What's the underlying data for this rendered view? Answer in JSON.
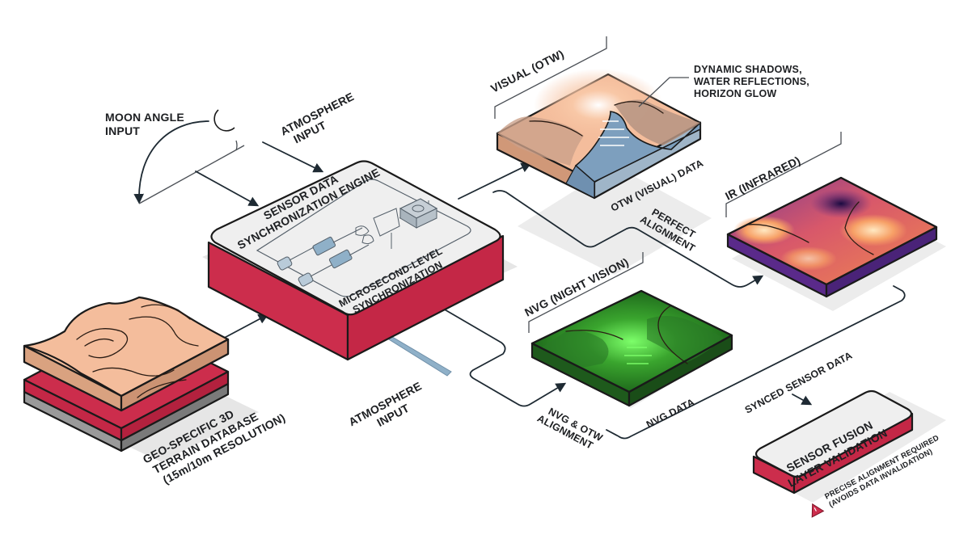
{
  "diagram": {
    "colors": {
      "engine_side": "#cc2d4c",
      "engine_top": "#efefef",
      "terrain_top": "#f4bd9c",
      "terrain_side": "#d9a280",
      "water": "#7d9fbe",
      "nvg_green": "#2f8a2a",
      "ir_purple": "#5a2a8a",
      "ir_orange": "#f08850",
      "wire": "#1e2a33",
      "atmosphere_arrow": "#8fb0c8"
    },
    "inputs": {
      "moon_angle": [
        "MOON ANGLE",
        "INPUT"
      ],
      "atmosphere_top": [
        "ATMOSPHERE",
        "INPUT"
      ],
      "atmosphere_bottom": [
        "ATMOSPHERE",
        "INPUT"
      ]
    },
    "engine": {
      "title": [
        "SENSOR DATA",
        "SYNCHRONIZATION ENGINE"
      ],
      "subtitle": [
        "MICROSECOND-LEVEL",
        "SYNCHRONIZATION"
      ]
    },
    "terrain_db": {
      "label": [
        "GEO-SPECIFIC 3D",
        "TERRAIN DATABASE",
        "(15m/10m RESOLUTION)"
      ]
    },
    "visual": {
      "header": "VISUAL (OTW)",
      "data_label": "OTW (VISUAL) DATA",
      "callout": [
        "DYNAMIC SHADOWS,",
        "WATER REFLECTIONS,",
        "HORIZON GLOW"
      ]
    },
    "ir": {
      "header": "IR (INFRARED)",
      "alignment_label": [
        "PERFECT",
        "ALIGNMENT"
      ]
    },
    "nvg": {
      "header": "NVG (NIGHT VISION)",
      "data_label": "NVG DATA",
      "alignment_label": [
        "NVG & OTW",
        "ALIGNMENT"
      ]
    },
    "fusion": {
      "synced_label": "SYNCED SENSOR DATA",
      "title": [
        "SENSOR FUSION",
        "LAYER VALIDATION"
      ],
      "warning": [
        "PRECISE ALIGNMENT REQUIRED",
        "(AVOIDS DATA INVALIDATION)"
      ],
      "warning_icon": "warning-triangle-icon"
    }
  }
}
